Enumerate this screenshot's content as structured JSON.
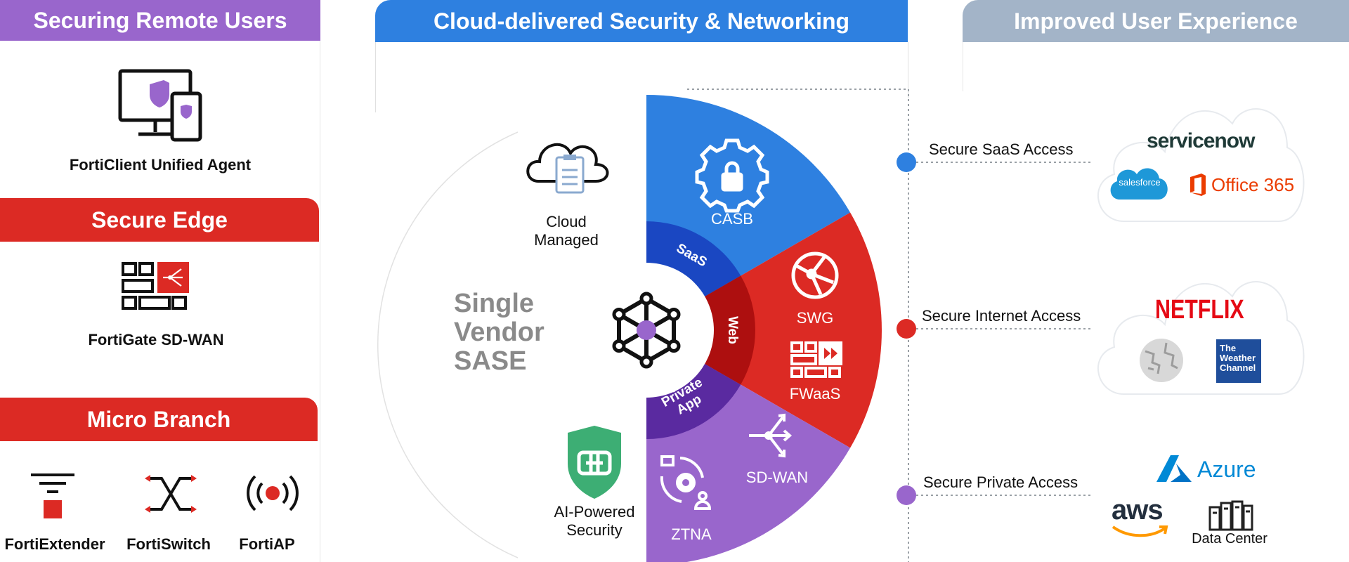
{
  "columns": {
    "left": {
      "header": "Securing Remote Users",
      "agent_label": "FortiClient Unified Agent",
      "edge_header": "Secure Edge",
      "edge_label": "FortiGate SD-WAN",
      "branch_header": "Micro Branch",
      "branch_items": [
        "FortiExtender",
        "FortiSwitch",
        "FortiAP"
      ]
    },
    "center": {
      "header": "Cloud-delivered Security & Networking",
      "title_lines": [
        "Single",
        "Vendor",
        "SASE"
      ],
      "cloud_managed": [
        "Cloud",
        "Managed"
      ],
      "ai_security": [
        "AI-Powered",
        "Security"
      ],
      "outer_labels": {
        "casb": "CASB",
        "swg": "SWG",
        "fwaas": "FWaaS",
        "sdwan": "SD-WAN",
        "ztna": "ZTNA"
      },
      "inner_labels": {
        "saas": "SaaS",
        "web": "Web",
        "private_app": [
          "Private",
          "App"
        ]
      }
    },
    "right": {
      "header": "Improved User Experience",
      "access": [
        "Secure SaaS Access",
        "Secure Internet Access",
        "Secure Private Access"
      ],
      "saas_brands": [
        "servicenow",
        "salesforce",
        "Office 365"
      ],
      "internet_brands": [
        "NETFLIX",
        "The",
        "Weather",
        "Channel"
      ],
      "private_brands": [
        "Azure",
        "aws",
        "Data Center"
      ]
    }
  },
  "colors": {
    "purple": "#9966cc",
    "red": "#dc2a24",
    "blue": "#2e80e0",
    "gray": "#a3b4c8",
    "dark_blue": "#1a47c2",
    "dark_red": "#ad0f0f",
    "dark_purple": "#5a2aa0"
  }
}
